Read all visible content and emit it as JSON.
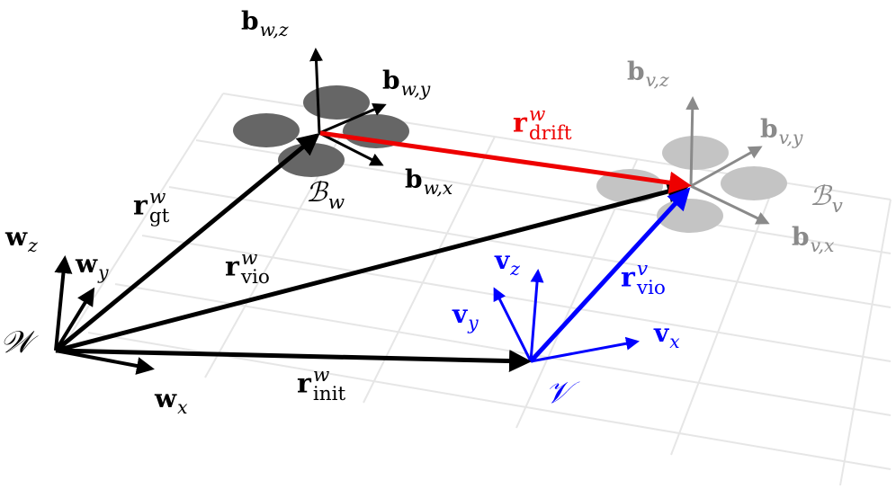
{
  "colors": {
    "world": "#000000",
    "vio": "#0000ff",
    "drift": "#ee0000",
    "estimate": "#8a8a8a",
    "grid": "#e6e6e6",
    "drone_dark": "#666666",
    "drone_light": "#c4c4c4"
  },
  "world_frame": {
    "name": "𝒲",
    "x_label": "w",
    "x_sub": "x",
    "y_label": "w",
    "y_sub": "y",
    "z_label": "w",
    "z_sub": "z"
  },
  "vio_frame": {
    "name": "𝒱",
    "x_label": "v",
    "x_sub": "x",
    "y_label": "v",
    "y_sub": "y",
    "z_label": "v",
    "z_sub": "z"
  },
  "body_gt_frame": {
    "name": "ℬ",
    "name_sub": "w",
    "x_label": "b",
    "x_sub": "w,x",
    "y_label": "b",
    "y_sub": "w,y",
    "z_label": "b",
    "z_sub": "w,z"
  },
  "body_vio_frame": {
    "name": "ℬ",
    "name_sub": "v",
    "x_label": "b",
    "x_sub": "v,x",
    "y_label": "b",
    "y_sub": "v,y",
    "z_label": "b",
    "z_sub": "v,z"
  },
  "vectors": {
    "gt": {
      "symbol": "r",
      "sup": "w",
      "sub": "gt"
    },
    "vio_world": {
      "symbol": "r",
      "sup": "w",
      "sub": "vio"
    },
    "init": {
      "symbol": "r",
      "sup": "w",
      "sub": "init"
    },
    "drift": {
      "symbol": "r",
      "sup": "w",
      "sub": "drift"
    },
    "vio_local": {
      "symbol": "r",
      "sup": "v",
      "sub": "vio"
    }
  }
}
